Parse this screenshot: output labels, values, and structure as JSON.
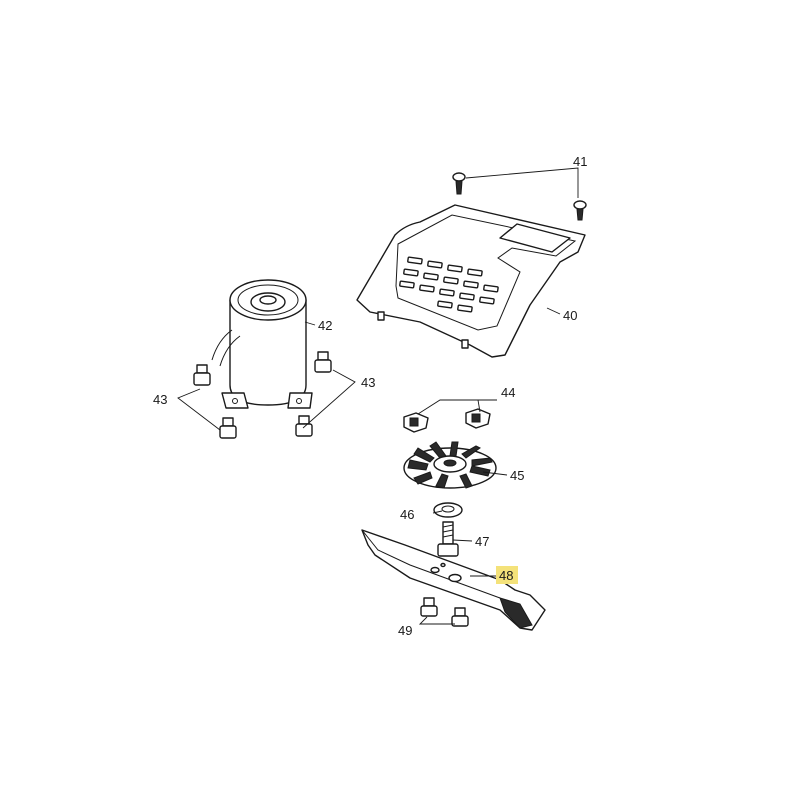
{
  "diagram": {
    "callouts": {
      "p40": "40",
      "p41": "41",
      "p42": "42",
      "p43_left": "43",
      "p43_right": "43",
      "p44": "44",
      "p45": "45",
      "p46": "46",
      "p47": "47",
      "p48": "48",
      "p49": "49"
    },
    "highlighted_callout": "48",
    "highlight_color": "#f4e27a"
  }
}
